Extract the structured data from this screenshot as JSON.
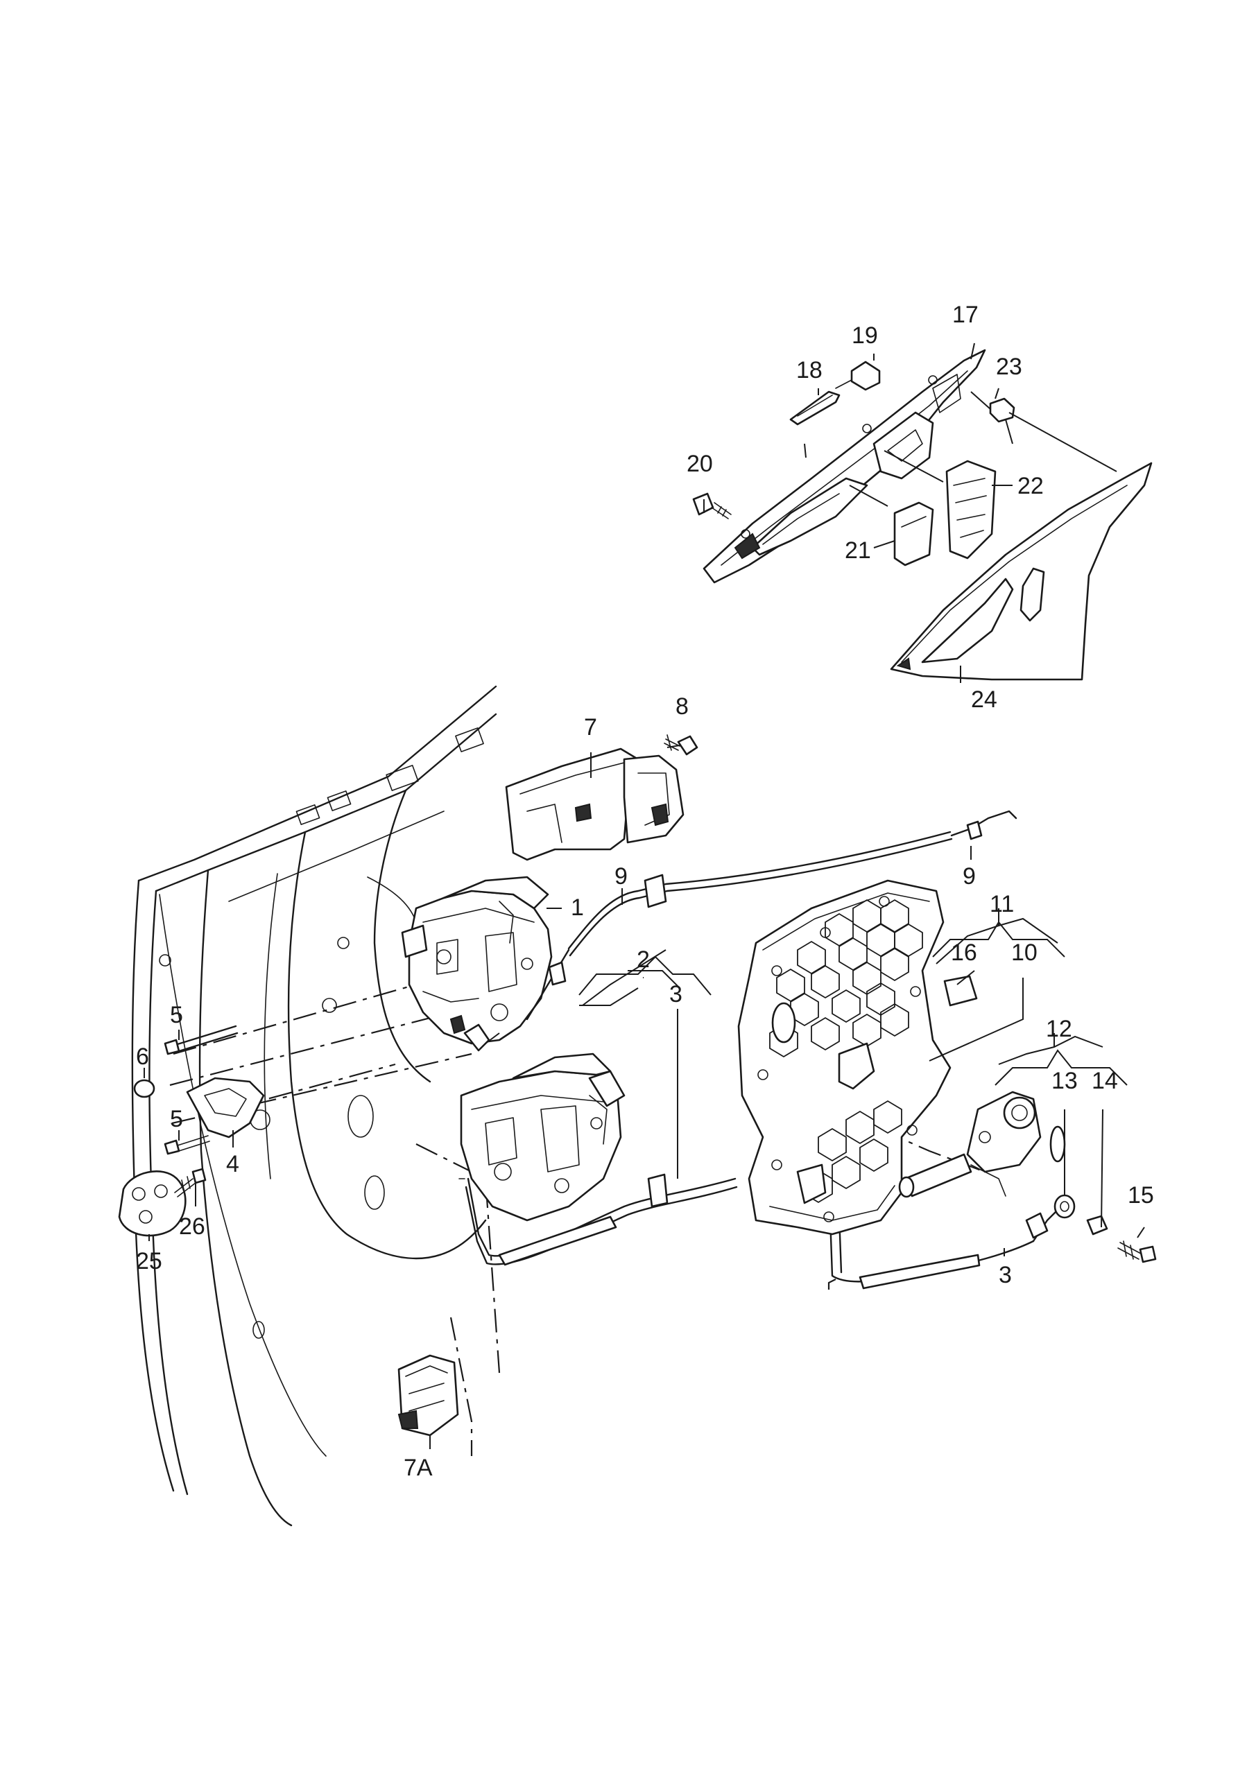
{
  "labels": {
    "l1": "1",
    "l2": "2",
    "l3a": "3",
    "l3b": "3",
    "l4": "4",
    "l5a": "5",
    "l5b": "5",
    "l6": "6",
    "l7": "7",
    "l7a": "7A",
    "l8": "8",
    "l9a": "9",
    "l9b": "9",
    "l10": "10",
    "l11": "11",
    "l12": "12",
    "l13": "13",
    "l14": "14",
    "l15": "15",
    "l16": "16",
    "l17": "17",
    "l18": "18",
    "l19": "19",
    "l20": "20",
    "l21": "21",
    "l22": "22",
    "l23": "23",
    "l24": "24",
    "l25": "25",
    "l26": "26"
  }
}
